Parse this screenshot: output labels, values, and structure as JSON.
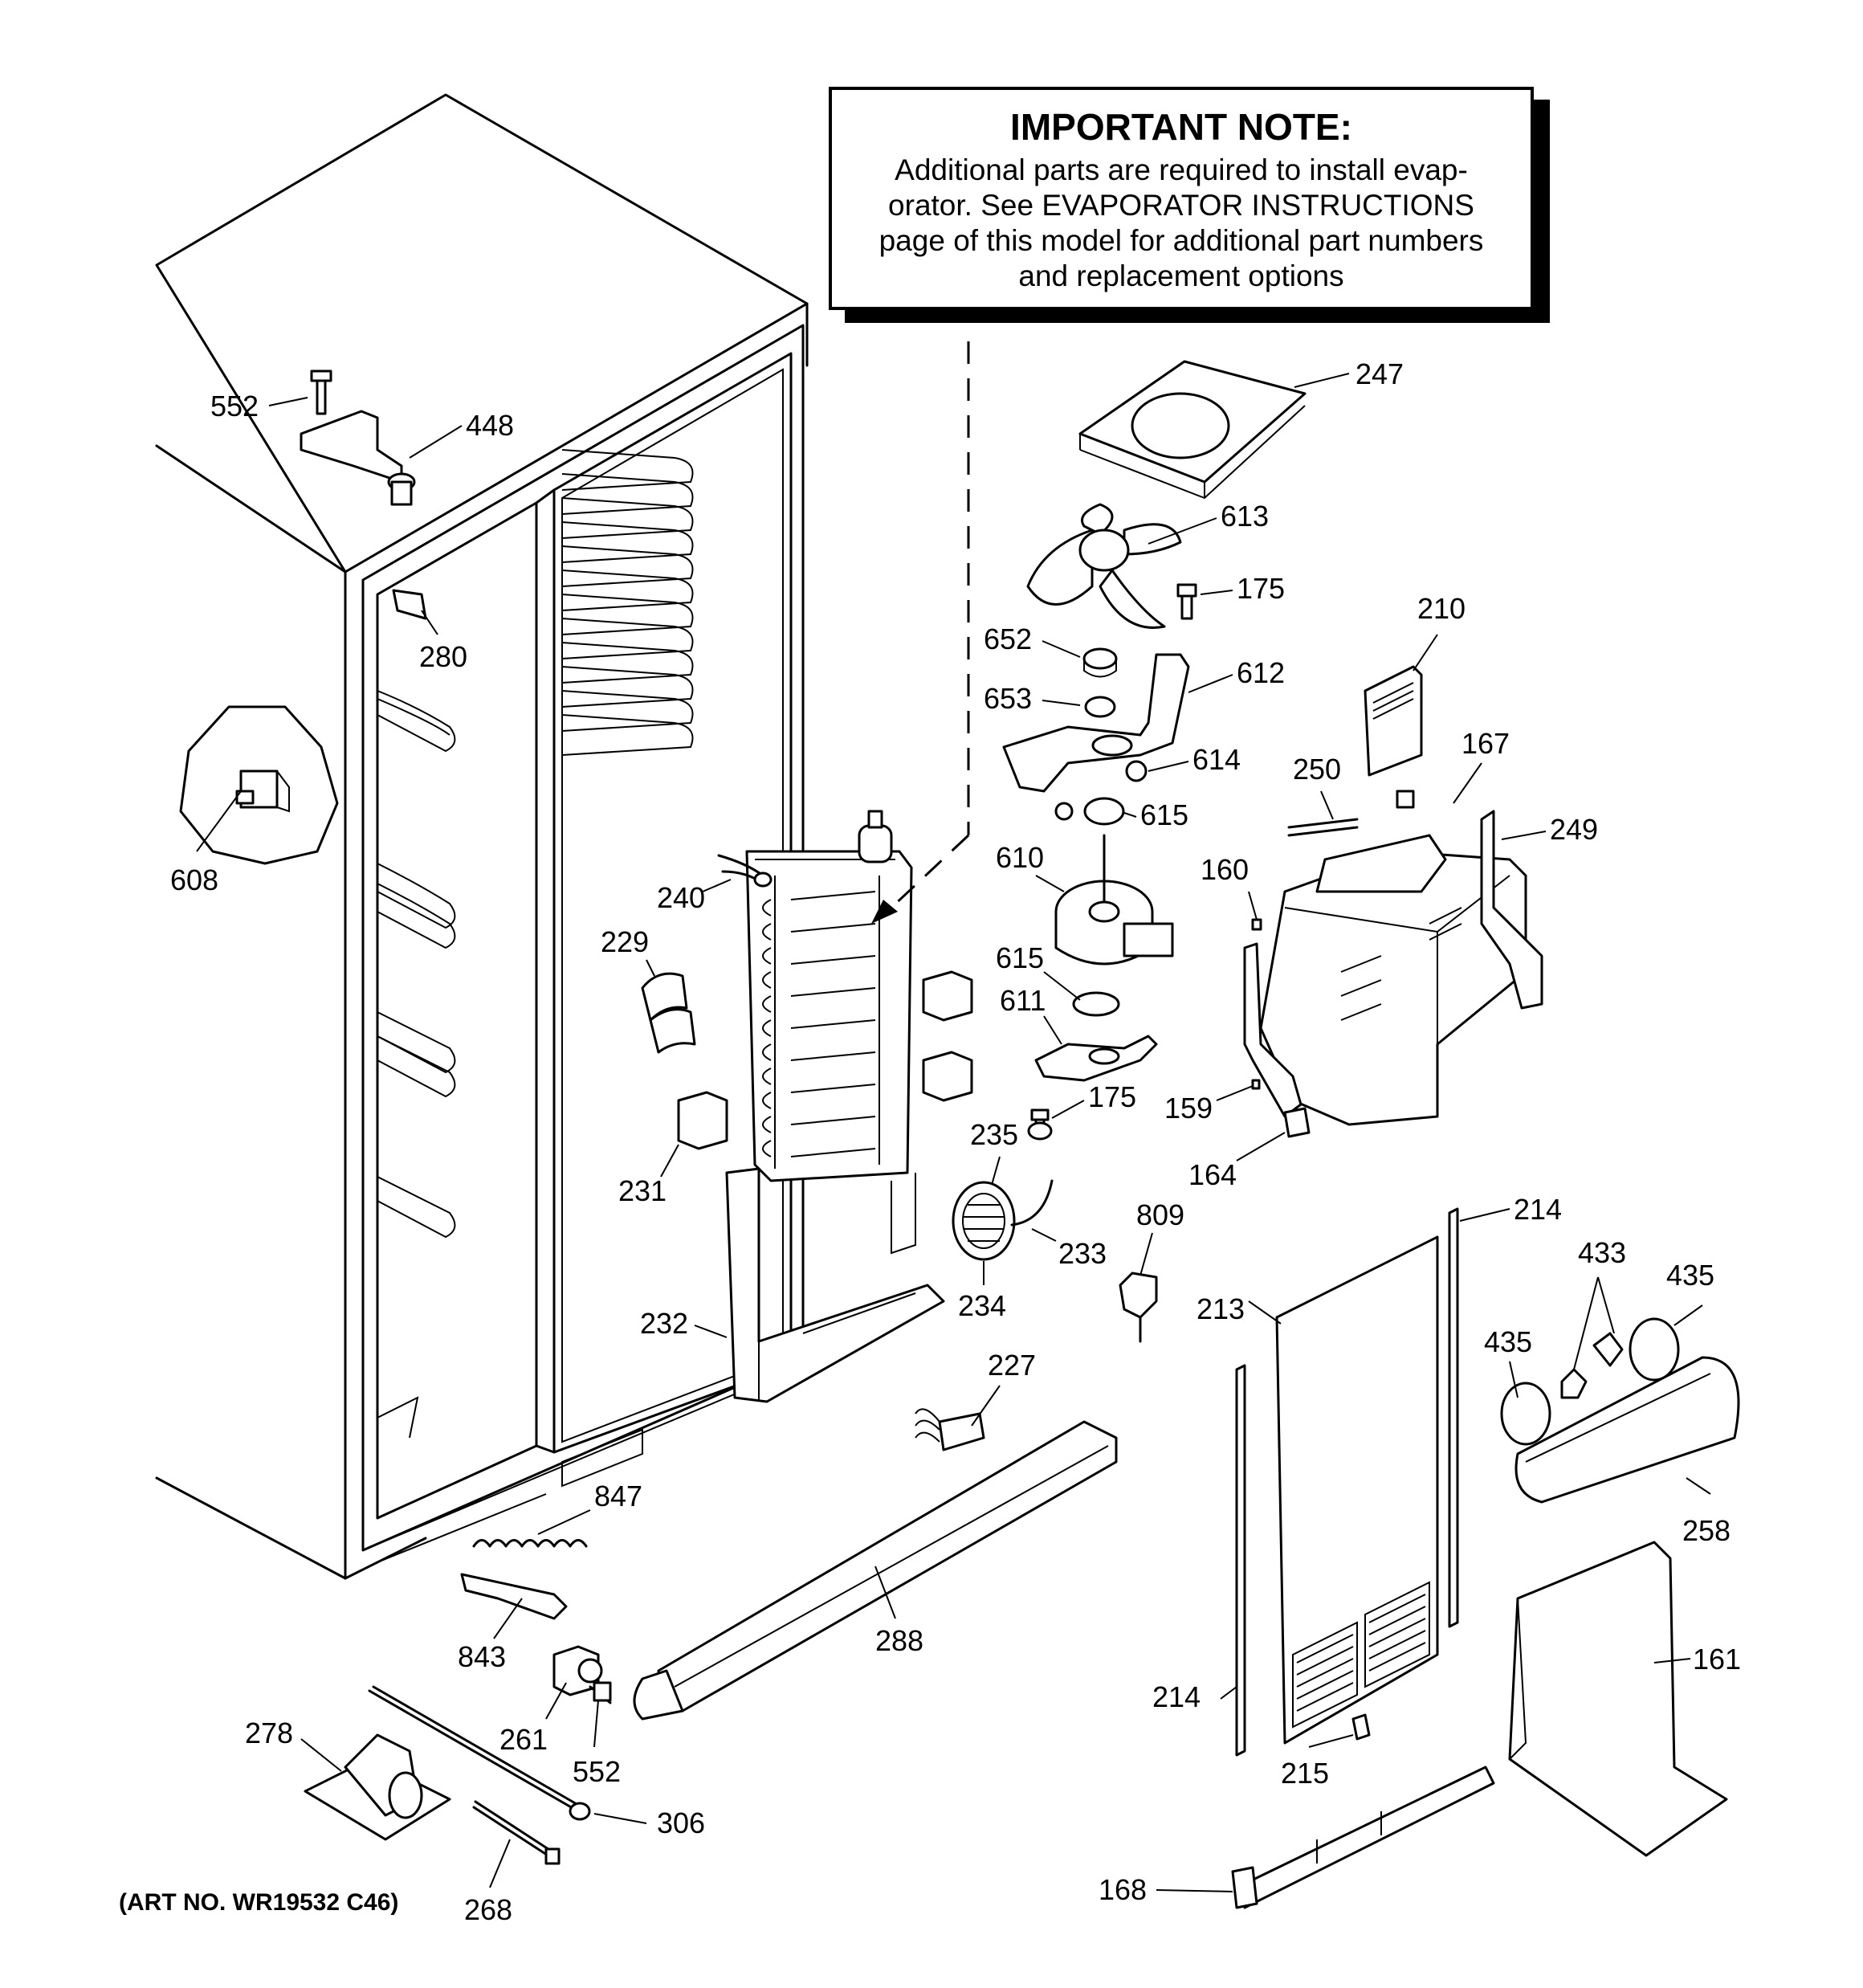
{
  "note": {
    "title": "IMPORTANT NOTE:",
    "lines": [
      "Additional parts are required to install evap-",
      "orator.  See EVAPORATOR INSTRUCTIONS",
      "page of this model for additional part numbers",
      "and replacement options"
    ]
  },
  "art_number": "(ART NO. WR19532 C46)",
  "callouts": [
    {
      "id": "c552a",
      "text": "552"
    },
    {
      "id": "c448",
      "text": "448"
    },
    {
      "id": "c280",
      "text": "280"
    },
    {
      "id": "c608",
      "text": "608"
    },
    {
      "id": "c247",
      "text": "247"
    },
    {
      "id": "c613",
      "text": "613"
    },
    {
      "id": "c175a",
      "text": "175"
    },
    {
      "id": "c652",
      "text": "652"
    },
    {
      "id": "c612",
      "text": "612"
    },
    {
      "id": "c653",
      "text": "653"
    },
    {
      "id": "c614",
      "text": "614"
    },
    {
      "id": "c615a",
      "text": "615"
    },
    {
      "id": "c610",
      "text": "610"
    },
    {
      "id": "c615b",
      "text": "615"
    },
    {
      "id": "c611",
      "text": "611"
    },
    {
      "id": "c175b",
      "text": "175"
    },
    {
      "id": "c210",
      "text": "210"
    },
    {
      "id": "c167",
      "text": "167"
    },
    {
      "id": "c250",
      "text": "250"
    },
    {
      "id": "c249",
      "text": "249"
    },
    {
      "id": "c160",
      "text": "160"
    },
    {
      "id": "c159",
      "text": "159"
    },
    {
      "id": "c164",
      "text": "164"
    },
    {
      "id": "c240",
      "text": "240"
    },
    {
      "id": "c229",
      "text": "229"
    },
    {
      "id": "c231",
      "text": "231"
    },
    {
      "id": "c232",
      "text": "232"
    },
    {
      "id": "c235",
      "text": "235"
    },
    {
      "id": "c233",
      "text": "233"
    },
    {
      "id": "c234",
      "text": "234"
    },
    {
      "id": "c809",
      "text": "809"
    },
    {
      "id": "c214a",
      "text": "214"
    },
    {
      "id": "c213",
      "text": "213"
    },
    {
      "id": "c433",
      "text": "433"
    },
    {
      "id": "c435a",
      "text": "435"
    },
    {
      "id": "c435b",
      "text": "435"
    },
    {
      "id": "c258",
      "text": "258"
    },
    {
      "id": "c227",
      "text": "227"
    },
    {
      "id": "c847",
      "text": "847"
    },
    {
      "id": "c843",
      "text": "843"
    },
    {
      "id": "c288",
      "text": "288"
    },
    {
      "id": "c161",
      "text": "161"
    },
    {
      "id": "c214b",
      "text": "214"
    },
    {
      "id": "c215",
      "text": "215"
    },
    {
      "id": "c261",
      "text": "261"
    },
    {
      "id": "c552b",
      "text": "552"
    },
    {
      "id": "c278",
      "text": "278"
    },
    {
      "id": "c306",
      "text": "306"
    },
    {
      "id": "c268",
      "text": "268"
    },
    {
      "id": "c168",
      "text": "168"
    }
  ]
}
